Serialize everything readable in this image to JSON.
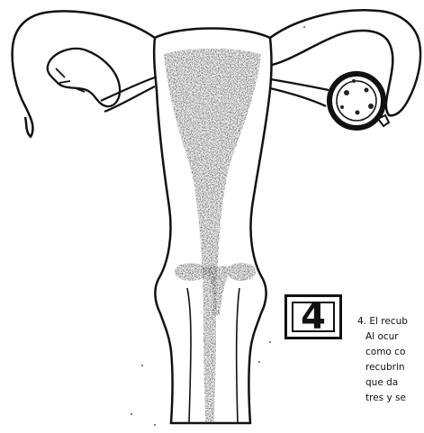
{
  "figure": {
    "step_number": "4",
    "caption_lines": [
      "4. El recub",
      "Al ocur",
      "como co",
      "recubrin",
      "que da",
      "tres y se"
    ]
  },
  "colors": {
    "ink": "#111111",
    "shading": "#3a3a3a",
    "background": "#ffffff"
  }
}
